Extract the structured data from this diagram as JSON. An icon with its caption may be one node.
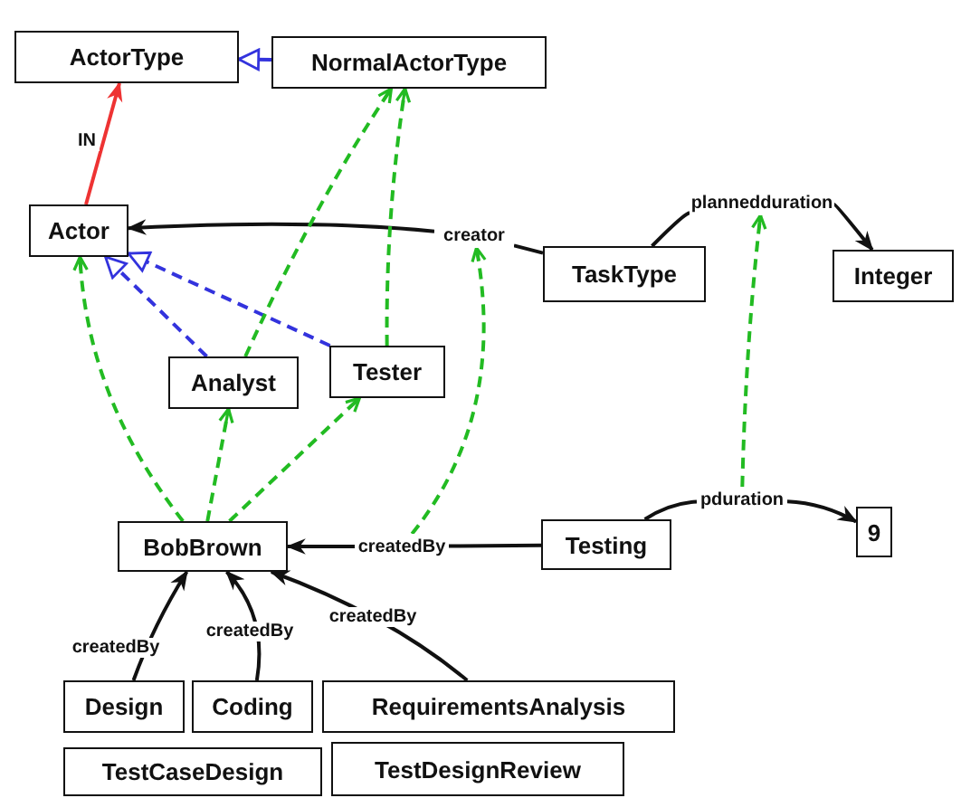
{
  "diagram": {
    "nodes": [
      {
        "text": [
          "ActorType"
        ]
      },
      {
        "text": [
          "NormalActorType"
        ]
      },
      {
        "text": [
          "Actor"
        ]
      },
      {
        "text": [
          "TaskType"
        ]
      },
      {
        "text": [
          "Integer"
        ]
      },
      {
        "text": [
          "Analyst"
        ]
      },
      {
        "text": [
          "Tester"
        ]
      },
      {
        "text": [
          "BobBrown"
        ]
      },
      {
        "text": [
          "Testing"
        ]
      },
      {
        "text": [
          "9"
        ]
      },
      {
        "text": [
          "Design"
        ]
      },
      {
        "text": [
          "Coding"
        ]
      },
      {
        "text": [
          "RequirementsAnalysis"
        ]
      },
      {
        "text": [
          "TestCaseDesign"
        ]
      },
      {
        "text": [
          "TestDesignReview"
        ]
      },
      {
        "text": [
          "creator"
        ]
      },
      {
        "text": [
          "plannedduration"
        ]
      },
      {
        "text": [
          "createdBy"
        ]
      },
      {
        "text": [
          "pduration"
        ]
      }
    ],
    "edges": [
      {
        "from": 1,
        "to": 0,
        "arrow": "to",
        "color": "#3333dd"
      },
      {
        "from": 2,
        "to": 0,
        "arrow": "to",
        "label": "IN",
        "color": "#ee3333"
      },
      {
        "from": 3,
        "to": 15,
        "arrow": "none"
      },
      {
        "from": 15,
        "to": 2,
        "arrow": "to"
      },
      {
        "from": 3,
        "to": 16,
        "arrow": "none"
      },
      {
        "from": 16,
        "to": 4,
        "arrow": "to"
      },
      {
        "from": 5,
        "to": 2,
        "arrow": "to",
        "style": "dashed",
        "color": "#3333dd"
      },
      {
        "from": 6,
        "to": 2,
        "arrow": "to",
        "style": "dashed",
        "color": "#3333dd"
      },
      {
        "from": 5,
        "to": 1,
        "arrow": "to",
        "style": "dashed",
        "color": "#22bb22"
      },
      {
        "from": 6,
        "to": 1,
        "arrow": "to",
        "style": "dashed",
        "color": "#22bb22"
      },
      {
        "from": 7,
        "to": 2,
        "arrow": "to",
        "style": "dashed",
        "color": "#22bb22"
      },
      {
        "from": 7,
        "to": 5,
        "arrow": "to",
        "style": "dashed",
        "color": "#22bb22"
      },
      {
        "from": 7,
        "to": 6,
        "arrow": "to",
        "style": "dashed",
        "color": "#22bb22"
      },
      {
        "from": 17,
        "to": 15,
        "arrow": "to",
        "style": "dashed",
        "color": "#22bb22"
      },
      {
        "from": 18,
        "to": 16,
        "arrow": "to",
        "style": "dashed",
        "color": "#22bb22"
      },
      {
        "from": 8,
        "to": 17,
        "arrow": "none"
      },
      {
        "from": 17,
        "to": 7,
        "arrow": "to"
      },
      {
        "from": 8,
        "to": 18,
        "arrow": "none"
      },
      {
        "from": 18,
        "to": 9,
        "arrow": "to"
      },
      {
        "from": 10,
        "to": 7,
        "arrow": "to",
        "label": "createdBy"
      },
      {
        "from": 11,
        "to": 7,
        "arrow": "to",
        "label": "createdBy"
      },
      {
        "from": 12,
        "to": 7,
        "arrow": "to",
        "label": "createdBy"
      }
    ]
  }
}
